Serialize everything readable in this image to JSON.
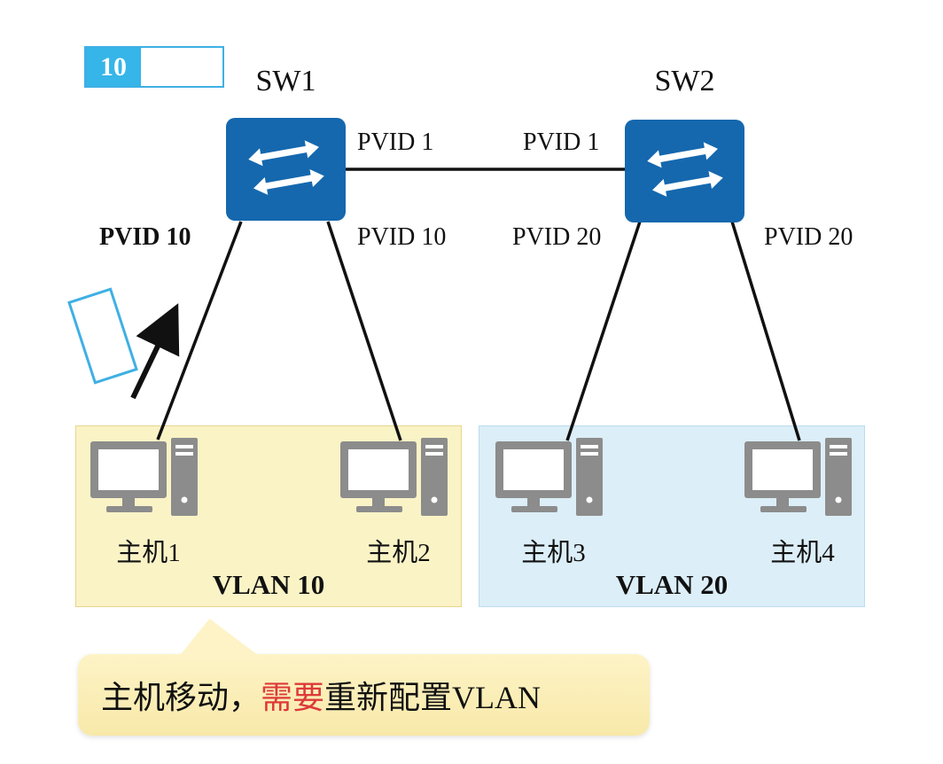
{
  "colors": {
    "switch_blue": "#1568ae",
    "tag_cyan": "#35b5e8",
    "tag_border": "#3fb0e4",
    "vlan10_bg": "#faf3c6",
    "vlan10_border": "#e6d58d",
    "vlan20_bg": "#dceef8",
    "vlan20_border": "#bcdcee",
    "bubble_bg": "#f8e9a9",
    "highlight_red": "#dd3a3a",
    "line_black": "#111111"
  },
  "tag": {
    "value": "10"
  },
  "switches": [
    {
      "name": "SW1"
    },
    {
      "name": "SW2"
    }
  ],
  "port_labels": {
    "sw1_trunk": "PVID 1",
    "sw2_trunk": "PVID 1",
    "sw1_port_left": "PVID 10",
    "sw1_port_right": "PVID 10",
    "sw2_port_left": "PVID 20",
    "sw2_port_right": "PVID 20"
  },
  "hosts": [
    {
      "label": "主机1"
    },
    {
      "label": "主机2"
    },
    {
      "label": "主机3"
    },
    {
      "label": "主机4"
    }
  ],
  "vlans": [
    {
      "label": "VLAN 10"
    },
    {
      "label": "VLAN 20"
    }
  ],
  "callout": {
    "part1": "主机移动，",
    "highlight": "需要",
    "part2": "重新配置VLAN"
  }
}
